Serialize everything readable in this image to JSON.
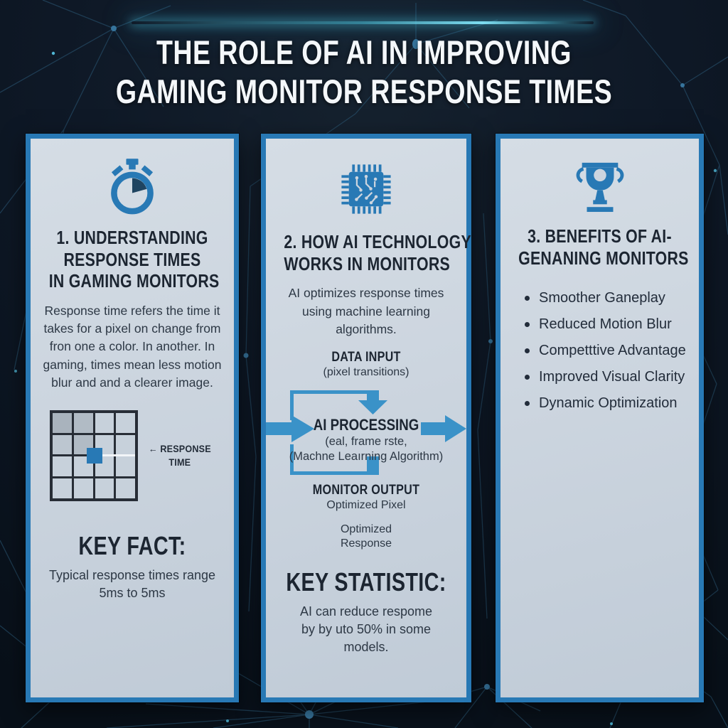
{
  "title": {
    "line1": "THE ROLE OF AI IN IMPROVING",
    "line2": "GAMING MONITOR RESPONSE TIMES"
  },
  "colors": {
    "accent": "#2879b5",
    "accent_light": "#3a92c8",
    "panel_bg": "#ccd5df",
    "background": "#0c1520",
    "glow": "#4fd4f0",
    "heading_ink": "#1c2531",
    "body_ink": "#2d3845"
  },
  "panel1": {
    "icon": "stopwatch-icon",
    "heading_line1": "1. UNDERSTANDING",
    "heading_line2": "RESPONSE TIMES",
    "heading_line3": "IN GAMING MONITORS",
    "body": "Response time refers the time it takes for a pixel on change from fron one a color. In another. In gaming, times mean less motion blur and and a clearer image.",
    "grid_label_line1": "← RESPONSE",
    "grid_label_line2": "TIME",
    "key_heading": "KEY FACT:",
    "key_body": "Typical response times range 5ms to 5ms"
  },
  "panel2": {
    "icon": "chip-icon",
    "heading_line1": "2. HOW AI TECHNOLOGY",
    "heading_line2": "WORKS IN MONITORS",
    "body": "AI optimizes response times using machine learning algorithms.",
    "data_input_label": "DATA INPUT",
    "data_input_sub": "(pixel transitions)",
    "processing_label": "AI PROCESSING",
    "processing_sub1": "(eal, frame rste,",
    "processing_sub2": "(Machne Leaırning Algorithm)",
    "output_label": "MONITOR OUTPUT",
    "output_sub1": "Optimized Pixel",
    "output_sub2": "Optimized",
    "output_sub3": "Response",
    "key_heading": "KEY STATISTIC:",
    "key_body": "AI can reduce respome by by uto 50% in some models."
  },
  "panel3": {
    "icon": "trophy-icon",
    "heading_line1": "3. BENEFITS OF AI-",
    "heading_line2": "GENANING MONITORS",
    "bullets": [
      "Smoother Ganeplay",
      "Reduced Motion Blur",
      "Competttive Advantage",
      "Improved Visual Clarity",
      "Dynamic Optimization"
    ]
  }
}
